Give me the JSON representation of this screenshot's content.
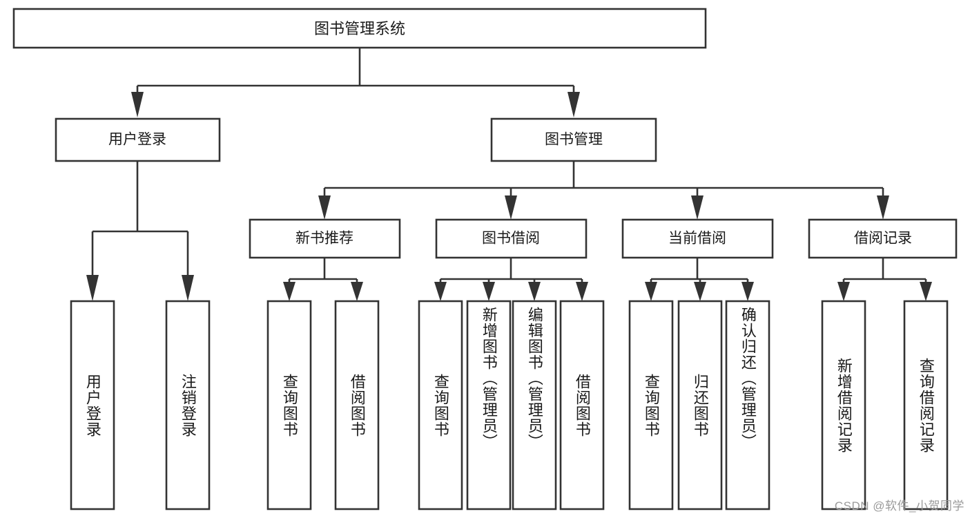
{
  "diagram": {
    "type": "tree",
    "title": "图书管理系统",
    "watermark": "CSDN @软件_小贺同学",
    "colors": {
      "box_stroke": "#333333",
      "box_fill": "#ffffff",
      "text": "#1a1a1a",
      "background": "#ffffff",
      "watermark_text": "#9a9a9a"
    },
    "root": {
      "label": "图书管理系统"
    },
    "level1": [
      {
        "label": "用户登录"
      },
      {
        "label": "图书管理"
      }
    ],
    "level2": [
      {
        "label": "新书推荐"
      },
      {
        "label": "图书借阅"
      },
      {
        "label": "当前借阅"
      },
      {
        "label": "借阅记录"
      }
    ],
    "leaves": [
      {
        "label": "用户登录",
        "parent": "用户登录"
      },
      {
        "label": "注销登录",
        "parent": "用户登录"
      },
      {
        "label": "查询图书",
        "parent": "新书推荐"
      },
      {
        "label": "借阅图书",
        "parent": "新书推荐"
      },
      {
        "label": "查询图书",
        "parent": "图书借阅"
      },
      {
        "label": "新增图书（管理员）",
        "parent": "图书借阅"
      },
      {
        "label": "编辑图书（管理员）",
        "parent": "图书借阅"
      },
      {
        "label": "借阅图书",
        "parent": "图书借阅"
      },
      {
        "label": "查询图书",
        "parent": "当前借阅"
      },
      {
        "label": "归还图书",
        "parent": "当前借阅"
      },
      {
        "label": "确认归还（管理员）",
        "parent": "当前借阅"
      },
      {
        "label": "新增借阅记录",
        "parent": "借阅记录"
      },
      {
        "label": "查询借阅记录",
        "parent": "借阅记录"
      }
    ]
  }
}
